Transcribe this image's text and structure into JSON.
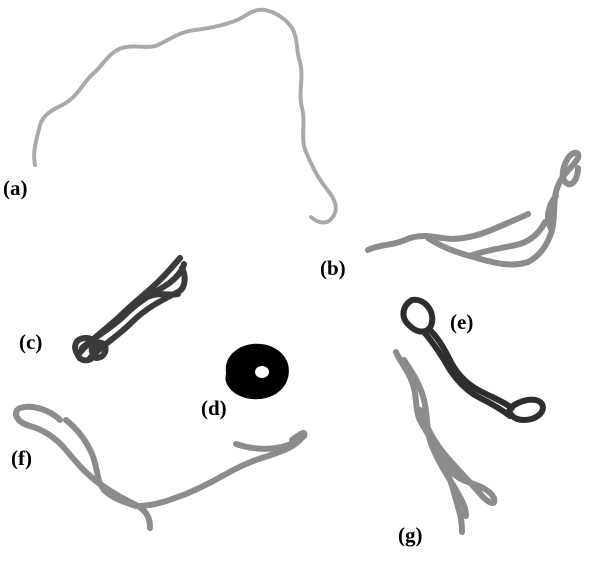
{
  "figure": {
    "panels": [
      {
        "id": "a",
        "label": "(a)",
        "shade": "light-gray"
      },
      {
        "id": "b",
        "label": "(b)",
        "shade": "gray"
      },
      {
        "id": "c",
        "label": "(c)",
        "shade": "dark"
      },
      {
        "id": "d",
        "label": "(d)",
        "shade": "black"
      },
      {
        "id": "e",
        "label": "(e)",
        "shade": "dark"
      },
      {
        "id": "f",
        "label": "(f)",
        "shade": "gray"
      },
      {
        "id": "g",
        "label": "(g)",
        "shade": "gray"
      }
    ]
  },
  "colors": {
    "background": "#ffffff",
    "light-gray": "#b8b8b8",
    "gray": "#8e8e8e",
    "dark": "#3a3a3a",
    "black": "#000000",
    "label": "#000000"
  }
}
